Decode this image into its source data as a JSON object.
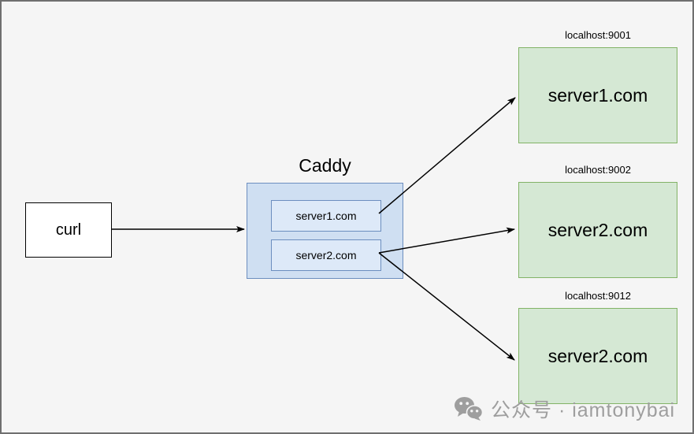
{
  "diagram": {
    "client": {
      "label": "curl"
    },
    "proxy": {
      "title": "Caddy",
      "upstreams": [
        {
          "label": "server1.com"
        },
        {
          "label": "server2.com"
        }
      ]
    },
    "servers": [
      {
        "address": "localhost:9001",
        "label": "server1.com"
      },
      {
        "address": "localhost:9002",
        "label": "server2.com"
      },
      {
        "address": "localhost:9012",
        "label": "server2.com"
      }
    ],
    "colors": {
      "background": "#f5f5f5",
      "frame": "#6f6f6f",
      "proxy_fill": "#cfdff2",
      "proxy_inner_fill": "#dde9f8",
      "proxy_border": "#6c8ebf",
      "server_fill": "#d5e8d4",
      "server_border": "#82b366",
      "arrow": "#000000",
      "watermark": "#9e9e9e"
    }
  },
  "watermark": {
    "icon": "wechat-icon",
    "text": "公众号 · iamtonybai"
  }
}
